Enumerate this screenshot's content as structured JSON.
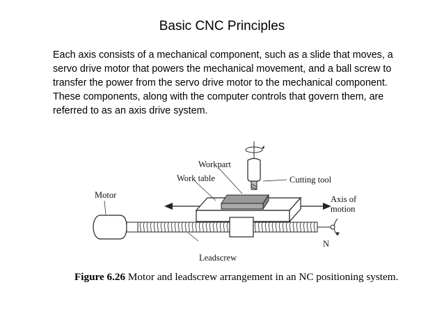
{
  "slide": {
    "title": "Basic CNC Principles",
    "body": "Each axis consists of a mechanical component, such as a slide that moves, a servo drive motor that powers the mechanical movement, and a ball screw to transfer the power from the servo drive motor to the mechanical component. These components, along with the computer controls that govern them, are referred to as an axis drive system."
  },
  "figure": {
    "labels": {
      "workpart": "Workpart",
      "work_table": "Work table",
      "cutting_tool": "Cutting tool",
      "motor": "Motor",
      "axis_of_motion_line1": "Axis of",
      "axis_of_motion_line2": "motion",
      "leadscrew": "Leadscrew",
      "n_label": "N"
    },
    "caption_label": "Figure 6.26",
    "caption_text": "Motor and leadscrew arrangement in an NC positioning system."
  }
}
